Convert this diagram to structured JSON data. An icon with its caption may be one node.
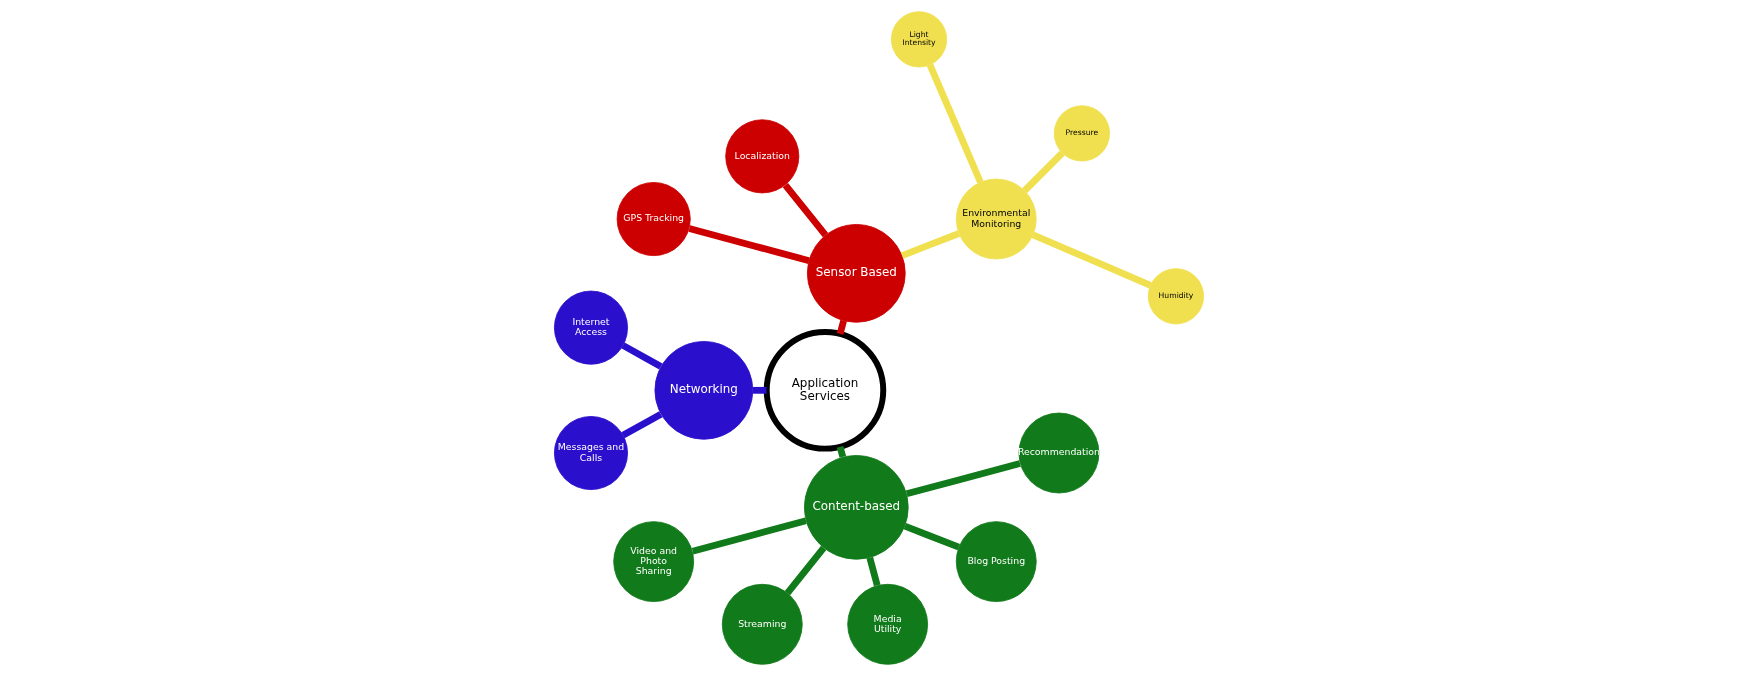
{
  "diagram": {
    "nodes": [
      {
        "text": [
          "Application Services"
        ]
      },
      {
        "text": [
          "Sensor Based"
        ]
      },
      {
        "text": [
          "Environmental Monitoring"
        ]
      },
      {
        "text": [
          "Humidity"
        ]
      },
      {
        "text": [
          "Pressure"
        ]
      },
      {
        "text": [
          "Light Intensity"
        ]
      },
      {
        "text": [
          "Localization"
        ]
      },
      {
        "text": [
          "GPS Tracking"
        ]
      },
      {
        "text": [
          "Networking"
        ]
      },
      {
        "text": [
          "Internet Access"
        ]
      },
      {
        "text": [
          "Messages and Calls"
        ]
      },
      {
        "text": [
          "Content-based"
        ]
      },
      {
        "text": [
          "Video and Photo Sharing"
        ]
      },
      {
        "text": [
          "Streaming"
        ]
      },
      {
        "text": [
          "Media Utility"
        ]
      },
      {
        "text": [
          "Blog Posting"
        ]
      },
      {
        "text": [
          "Recommendation"
        ]
      }
    ],
    "edges": [
      {
        "from": 0,
        "to": 1,
        "arrow": "none",
        "color": "#cc0000"
      },
      {
        "from": 1,
        "to": 2,
        "arrow": "none",
        "color": "#f0e050"
      },
      {
        "from": 2,
        "to": 3,
        "arrow": "none",
        "color": "#f0e050"
      },
      {
        "from": 2,
        "to": 4,
        "arrow": "none",
        "color": "#f0e050"
      },
      {
        "from": 2,
        "to": 5,
        "arrow": "none",
        "color": "#f0e050"
      },
      {
        "from": 1,
        "to": 6,
        "arrow": "none",
        "color": "#cc0000"
      },
      {
        "from": 1,
        "to": 7,
        "arrow": "none",
        "color": "#cc0000"
      },
      {
        "from": 0,
        "to": 8,
        "arrow": "none",
        "color": "#2a10cc"
      },
      {
        "from": 8,
        "to": 9,
        "arrow": "none",
        "color": "#2a10cc"
      },
      {
        "from": 8,
        "to": 10,
        "arrow": "none",
        "color": "#2a10cc"
      },
      {
        "from": 0,
        "to": 11,
        "arrow": "none"
      },
      {
        "from": 11,
        "to": 12,
        "arrow": "none"
      },
      {
        "from": 11,
        "to": 13,
        "arrow": "none"
      },
      {
        "from": 11,
        "to": 14,
        "arrow": "none"
      },
      {
        "from": 11,
        "to": 15,
        "arrow": "none"
      },
      {
        "from": 11,
        "to": 16,
        "arrow": "none"
      }
    ]
  }
}
